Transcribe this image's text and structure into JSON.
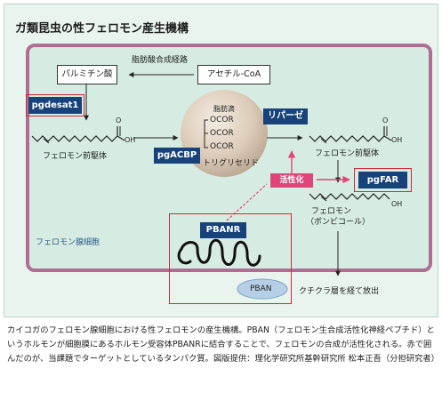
{
  "title": "ガ類昆虫の性フェロモン産生機構",
  "labels": {
    "fatty_acid_synthesis": "脂肪酸合成経路",
    "palmitoyl": "パルミチン酸",
    "acetyl_coa": "アセチル-CoA",
    "pgdesat1": "pgdesat1",
    "lipid_droplet": "脂肪滴",
    "ocor": [
      "OCOR",
      "OCOR",
      "OCOR"
    ],
    "triglyceride": "トリグリセリド",
    "pgacbp": "pgACBP",
    "lipase": "リパーゼ",
    "precursor_left": "フェロモン前駆体",
    "precursor_right": "フェロモン前駆体",
    "oh_left": "OH",
    "oh_right": "OH",
    "o_left": "O",
    "o_right": "O",
    "activation": "活性化",
    "pgfar": "pgFAR",
    "pheromone": "フェロモン",
    "bombykol": "（ボンビコール）",
    "pheromone_oh": "OH",
    "pban_r": "PBANR",
    "pban": "PBAN",
    "gland_cell": "フェロモン腺細胞",
    "release": "クチクラ層を経て放出"
  },
  "caption": "カイコガのフェロモン腺細胞における性フェロモンの産生機構。PBAN（フェロモン生合成活性化神経ペプチド）というホルモンが細胞膜にあるホルモン受容体PBANRに結合することで、フェロモンの合成が活性化される。赤で囲んだのが、当課題でターゲットとしているタンパク質。図版提供：理化学研究所基幹研究所 松本正吾（分担研究者）",
  "colors": {
    "panel_bg": "#e9f4ef",
    "cell_bg": "#d6ece2",
    "membrane": "#ad6e91",
    "navy": "#17437a",
    "highlight_red": "#d02a3a",
    "activation_pink": "#e0457a"
  }
}
